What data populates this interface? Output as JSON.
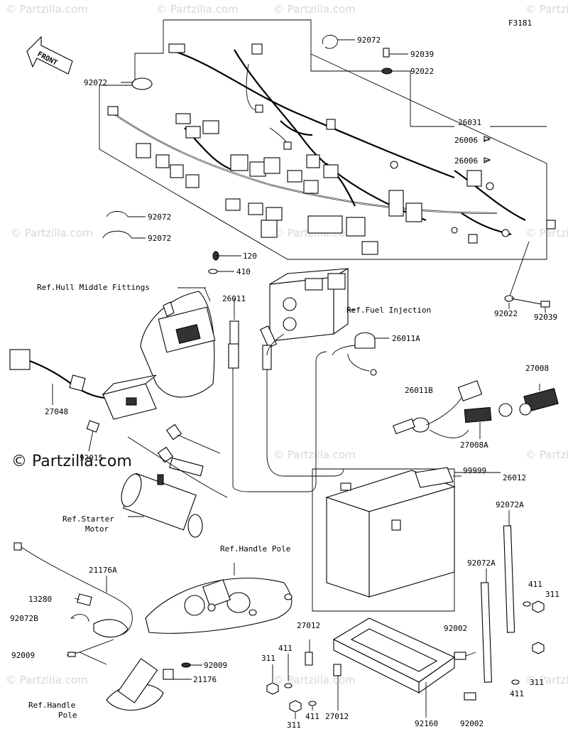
{
  "figure_code": "F3181",
  "brand_watermark": "© Partzilla.com",
  "watermark_text": "© Partzilla.com",
  "front_arrow_label": "FRONT",
  "callouts": {
    "c92072_top": "92072",
    "c92039_top": "92039",
    "c92022_top": "92022",
    "c26031": "26031",
    "c26006_a": "26006",
    "c26006_b": "26006",
    "c92072_left": "92072",
    "c92072_mid1": "92072",
    "c92072_mid2": "92072",
    "c120": "120",
    "c410": "410",
    "ref_hull": "Ref.Hull Middle Fittings",
    "c26011": "26011",
    "ref_fuel": "Ref.Fuel Injection",
    "c26011A": "26011A",
    "c92022_right": "92022",
    "c92039_right": "92039",
    "c27008": "27008",
    "c27048": "27048",
    "c26011B": "26011B",
    "c27008A": "27008A",
    "c92015": "92015",
    "c99999": "99999",
    "c26012": "26012",
    "ref_starter_1": "Ref.Starter",
    "ref_starter_2": "Motor",
    "ref_handle_pole_top": "Ref.Handle Pole",
    "c92072A_top": "92072A",
    "c92072A_mid": "92072A",
    "c21176A": "21176A",
    "c13280": "13280",
    "c92072B": "92072B",
    "c311_r1": "311",
    "c411_r1": "411",
    "c92002_r1": "92002",
    "c27012_a": "27012",
    "c92009_left": "92009",
    "c92009_right": "92009",
    "c311_l1": "311",
    "c411_l1": "411",
    "c21176": "21176",
    "ref_handle_pole_1": "Ref.Handle",
    "ref_handle_pole_2": "Pole",
    "c27012_b": "27012",
    "c411_l2": "411",
    "c311_l2": "311",
    "c92160": "92160",
    "c311_r2": "311",
    "c411_r2": "411",
    "c92002_r2": "92002"
  }
}
